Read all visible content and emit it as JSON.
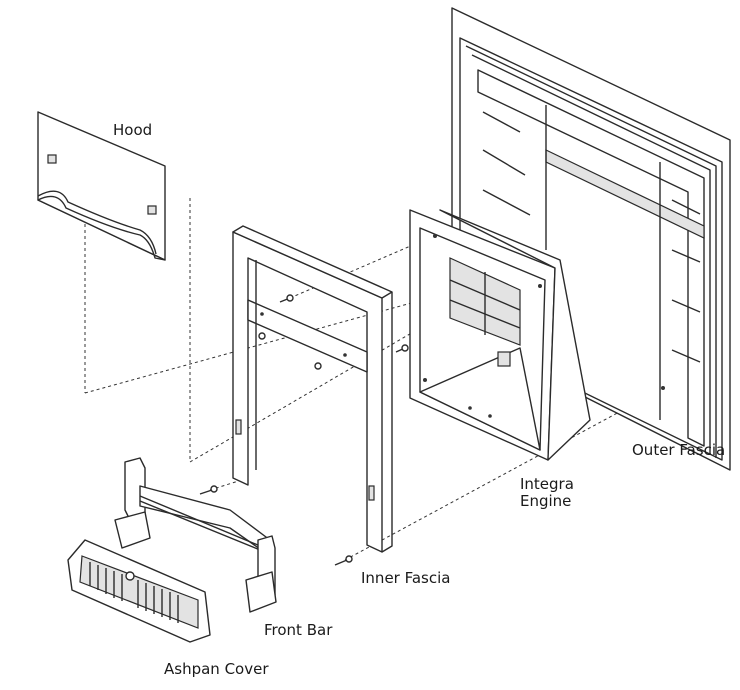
{
  "labels": {
    "hood": "Hood",
    "outer_fascia": "Outer Fascia",
    "integra_engine_line1": "Integra",
    "integra_engine_line2": "Engine",
    "inner_fascia": "Inner Fascia",
    "front_bar": "Front Bar",
    "ashpan_cover": "Ashpan Cover"
  }
}
